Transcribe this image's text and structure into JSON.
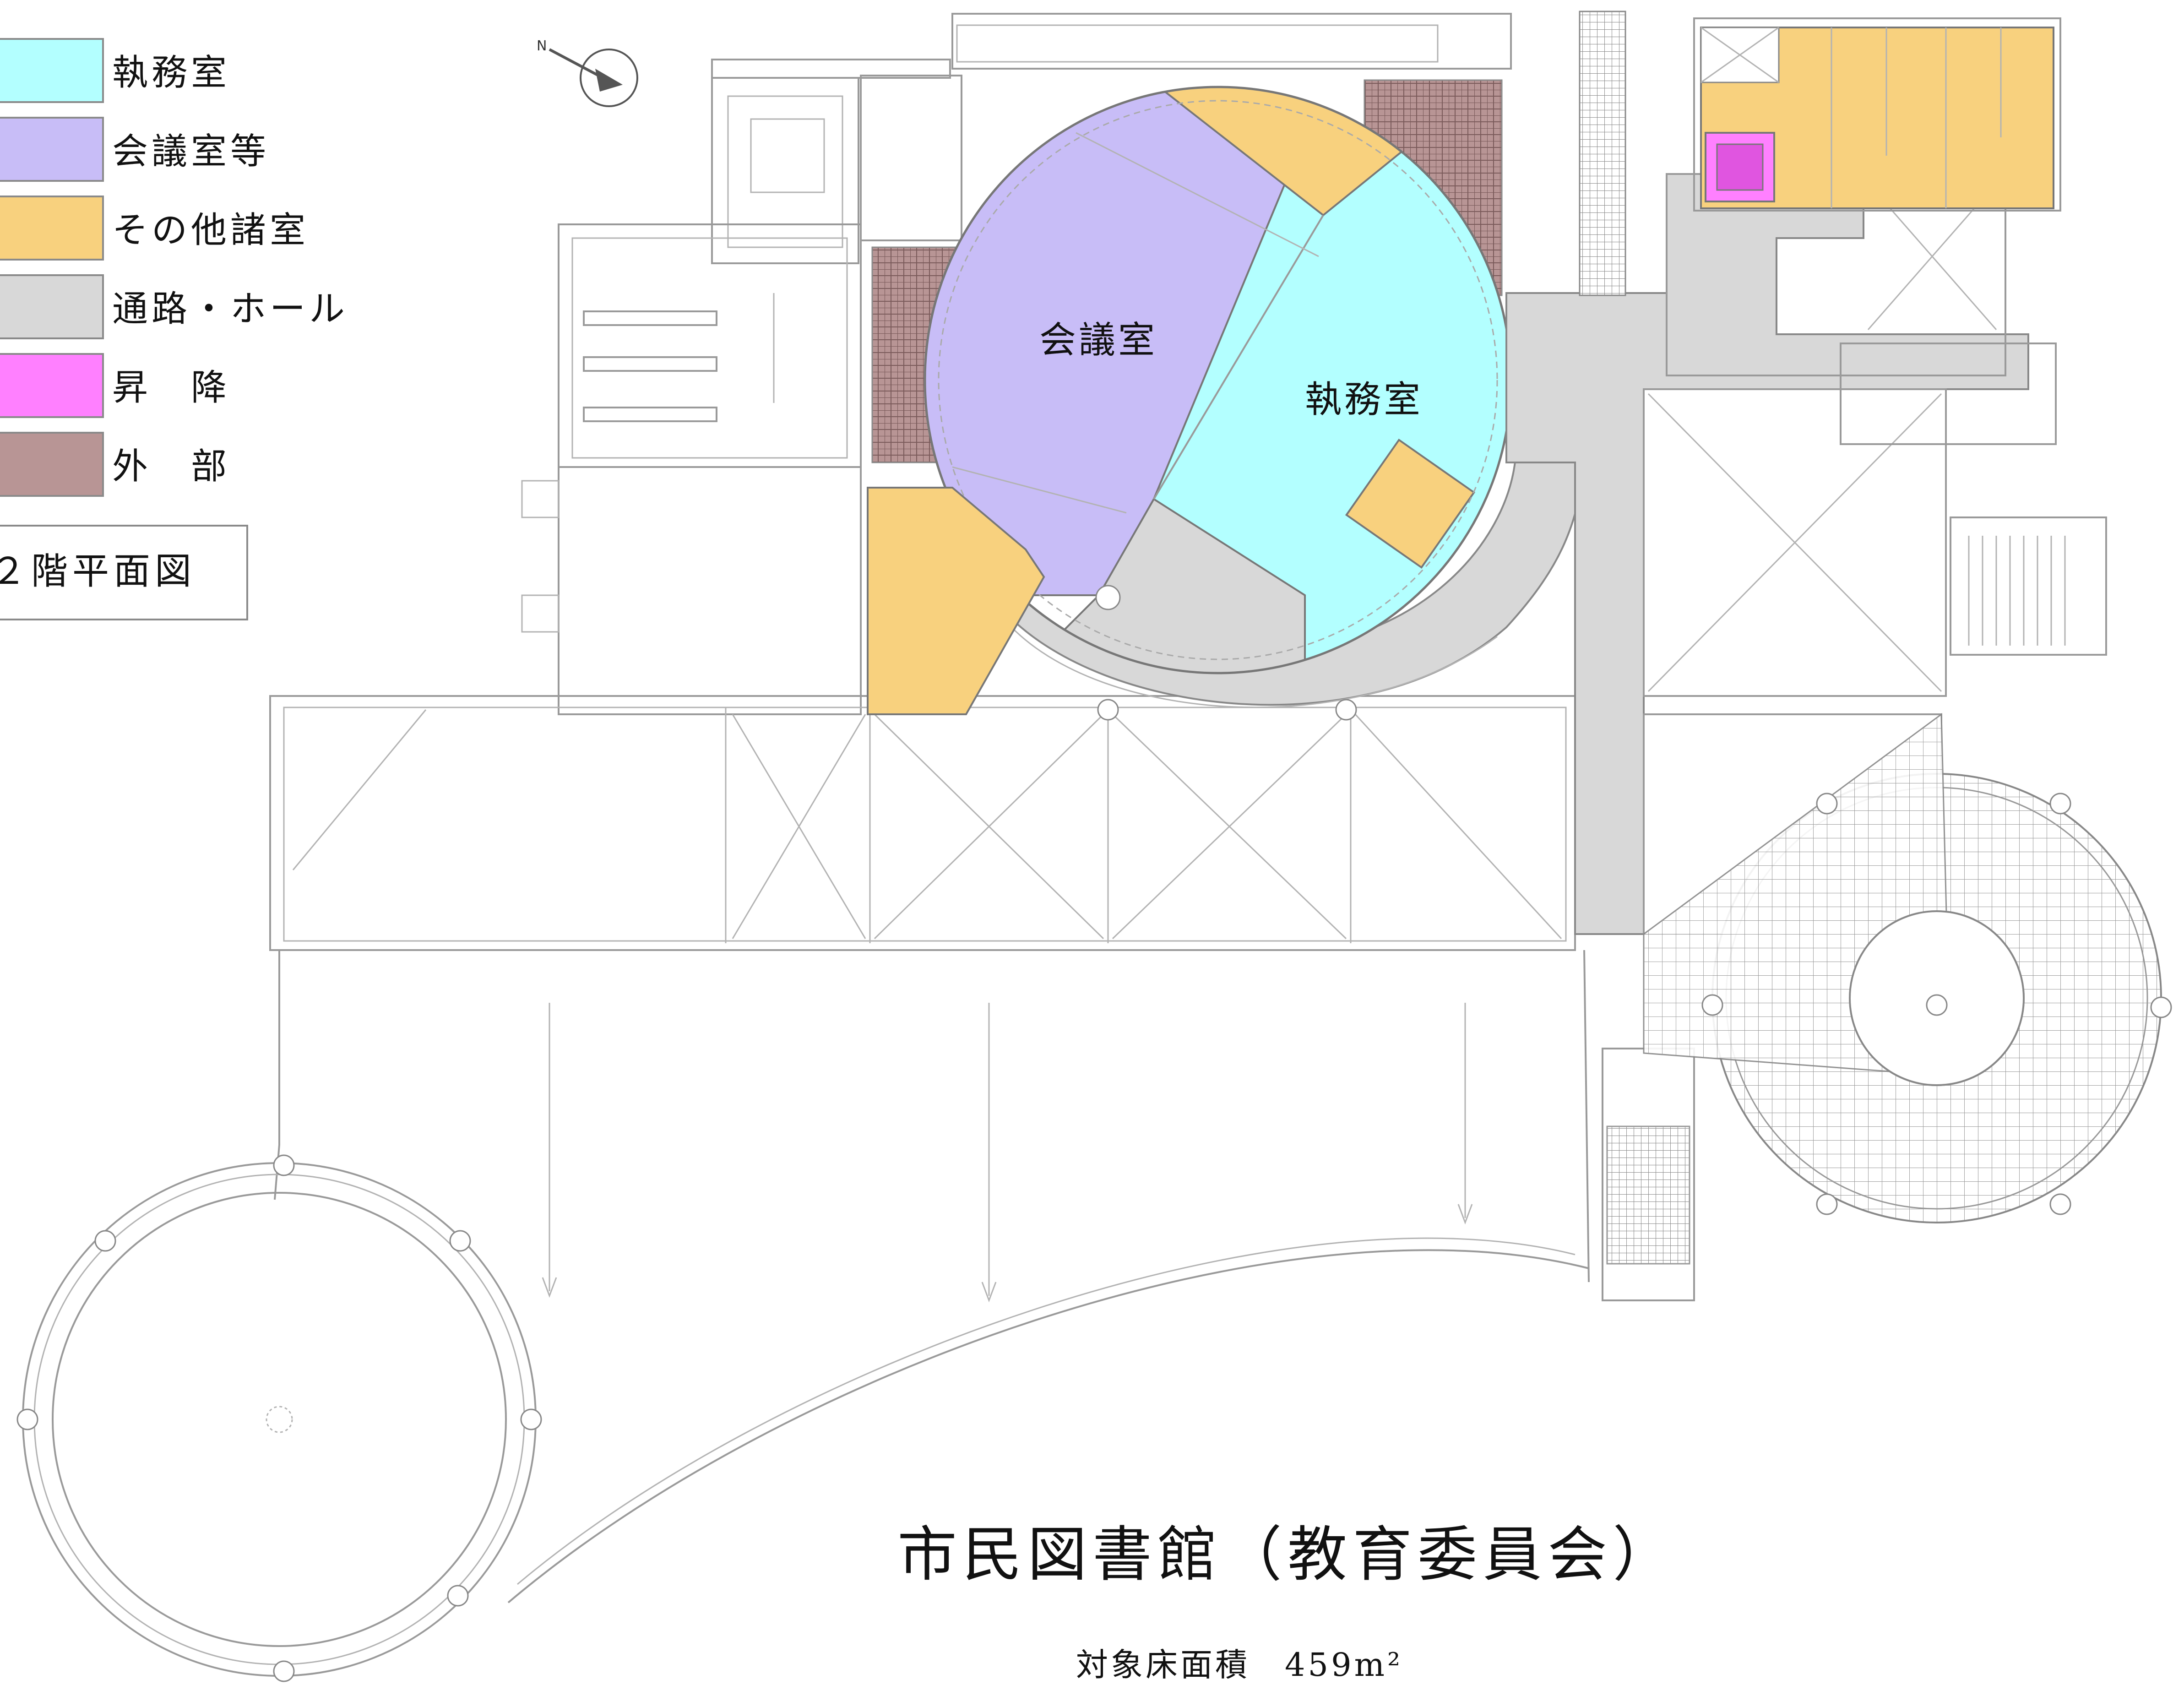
{
  "legend": {
    "items": [
      {
        "label": "執務室",
        "color": "#b3ffff"
      },
      {
        "label": "会議室等",
        "color": "#c8bdf7"
      },
      {
        "label": "その他諸室",
        "color": "#f8d17e"
      },
      {
        "label": "通路・ホール",
        "color": "#d8d8d8"
      },
      {
        "label": "昇　降",
        "color": "#ff80ff"
      },
      {
        "label": "外　部",
        "color": "#b89595"
      }
    ],
    "floor_label": "２階平面図"
  },
  "rooms": {
    "conference_label": "会議室",
    "office_label": "執務室"
  },
  "compass": {
    "north_label": "N"
  },
  "footer": {
    "title": "市民図書館（教育委員会）",
    "area_text": "対象床面積　459m²"
  }
}
